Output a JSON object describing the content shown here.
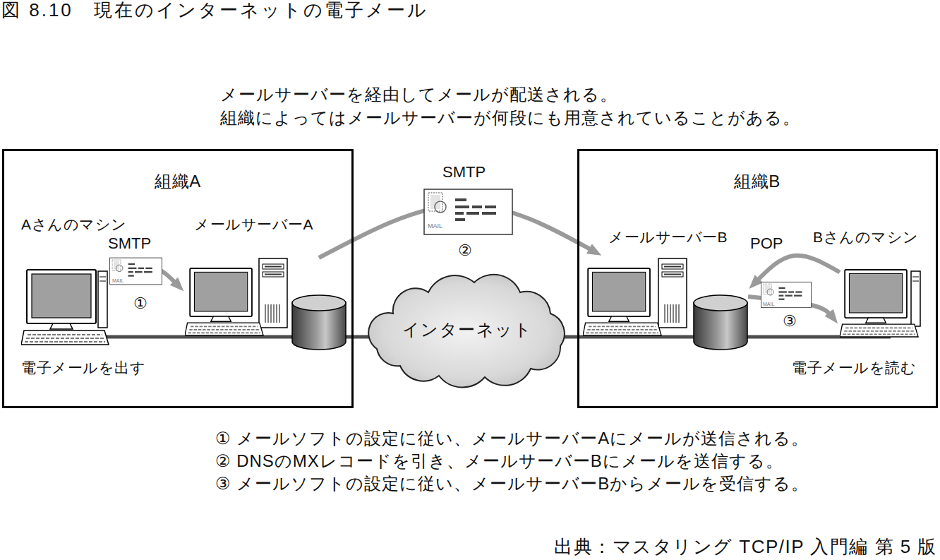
{
  "diagram": {
    "title": "図 8.10　現在のインターネットの電子メール",
    "caption": "出典：マスタリング TCP/IP 入門編 第 5 版",
    "nodes": [
      {
        "text": [
          "組織A"
        ]
      },
      {
        "text": [
          "Aさんのマシン",
          "電子メールを出す"
        ],
        "in": 0
      },
      {
        "text": [
          "メールサーバーA"
        ],
        "in": 0
      },
      {
        "text": [
          "インターネット"
        ]
      },
      {
        "text": [
          "組織B"
        ]
      },
      {
        "text": [
          "メールサーバーB"
        ],
        "in": 4
      },
      {
        "text": [
          "Bさんのマシン",
          "電子メールを読む"
        ],
        "in": 4
      }
    ],
    "edges": [
      {
        "from": 1,
        "to": 2,
        "label": "SMTP",
        "arrow": "to"
      },
      {
        "from": 2,
        "to": 5,
        "label": "SMTP",
        "arrow": "to"
      },
      {
        "from": 6,
        "to": 5,
        "label": "POP",
        "arrow": "to"
      },
      {
        "from": 5,
        "to": 6,
        "arrow": "to"
      }
    ],
    "labels": [
      "メールサーバーを経由してメールが配送される。",
      "組織によってはメールサーバーが何段にも用意されていることがある。",
      "MAIL",
      "①",
      "MAIL",
      "②",
      "MAIL",
      "③",
      "① メールソフトの設定に従い、メールサーバーAにメールが送信される。",
      "② DNSのMXレコードを引き、メールサーバーBにメールを送信する。",
      "③ メールソフトの設定に従い、メールサーバーBからメールを受信する。"
    ]
  }
}
